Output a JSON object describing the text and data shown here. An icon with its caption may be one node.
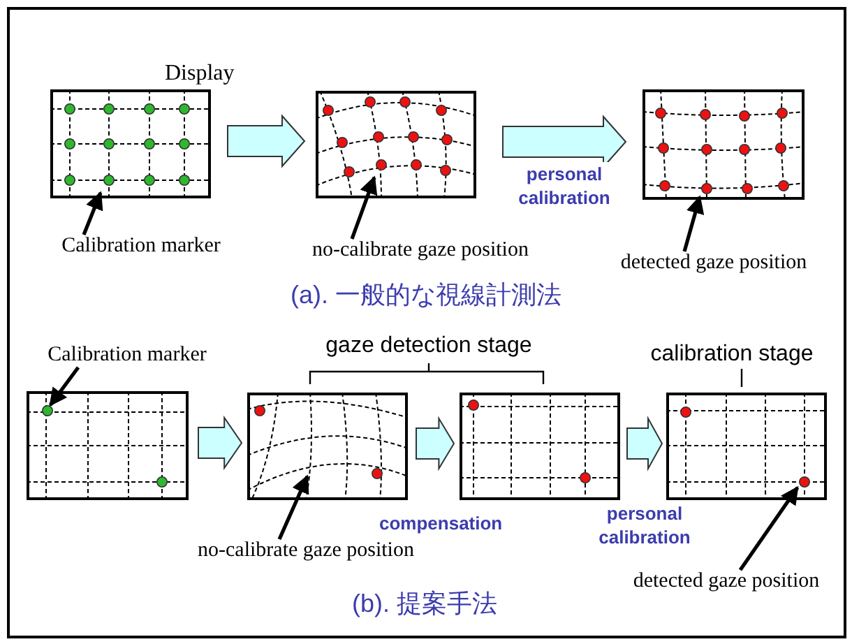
{
  "diagram": {
    "nodes": [
      {
        "text": [
          "Display"
        ]
      },
      {
        "text": [],
        "shape": "box"
      },
      {
        "text": [],
        "shape": "box"
      },
      {
        "text": [
          "Calibration marker"
        ]
      },
      {
        "text": [
          "no-calibrate gaze position"
        ]
      },
      {
        "text": [
          "detected gaze position"
        ]
      },
      {
        "text": [
          "Calibration marker"
        ]
      },
      {
        "text": [],
        "shape": "box"
      },
      {
        "text": [],
        "shape": "box"
      },
      {
        "text": [],
        "shape": "box"
      },
      {
        "text": [],
        "shape": "box"
      },
      {
        "text": [
          "no-calibrate gaze position"
        ]
      },
      {
        "text": [
          "detected gaze position"
        ]
      }
    ],
    "edges": [
      {
        "from": 0,
        "to": 1,
        "arrow": "to"
      },
      {
        "from": 1,
        "to": 2,
        "arrow": "to",
        "label": "personal calibration"
      },
      {
        "from": 3,
        "to": 0,
        "arrow": "to"
      },
      {
        "from": 4,
        "to": 1,
        "arrow": "to"
      },
      {
        "from": 5,
        "to": 2,
        "arrow": "to"
      },
      {
        "from": 6,
        "to": 7,
        "arrow": "to"
      },
      {
        "from": 7,
        "to": 8,
        "arrow": "to"
      },
      {
        "from": 8,
        "to": 9,
        "arrow": "to",
        "label": "compensation"
      },
      {
        "from": 9,
        "to": 10,
        "arrow": "to",
        "label": "personal calibration"
      },
      {
        "from": 11,
        "to": 8,
        "arrow": "to"
      },
      {
        "from": 12,
        "to": 10,
        "arrow": "to"
      }
    ],
    "labels": [
      "(a). 一般的な視線計測法",
      "gaze detection stage",
      "calibration stage",
      "(b). 提案手法"
    ]
  }
}
